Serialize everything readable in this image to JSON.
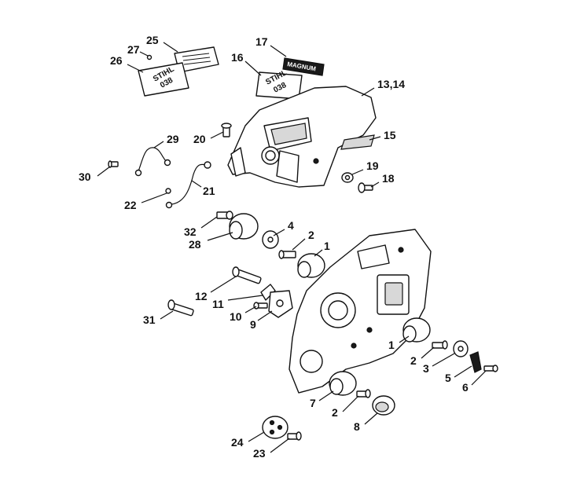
{
  "callouts": [
    {
      "id": "c25",
      "text": "25"
    },
    {
      "id": "c27",
      "text": "27"
    },
    {
      "id": "c26",
      "text": "26"
    },
    {
      "id": "c17",
      "text": "17"
    },
    {
      "id": "c16",
      "text": "16"
    },
    {
      "id": "c1314",
      "text": "13,14"
    },
    {
      "id": "c15",
      "text": "15"
    },
    {
      "id": "c29",
      "text": "29"
    },
    {
      "id": "c20",
      "text": "20"
    },
    {
      "id": "c30",
      "text": "30"
    },
    {
      "id": "c19",
      "text": "19"
    },
    {
      "id": "c18",
      "text": "18"
    },
    {
      "id": "c21",
      "text": "21"
    },
    {
      "id": "c22",
      "text": "22"
    },
    {
      "id": "c32",
      "text": "32"
    },
    {
      "id": "c4",
      "text": "4"
    },
    {
      "id": "c2a",
      "text": "2"
    },
    {
      "id": "c28",
      "text": "28"
    },
    {
      "id": "c1a",
      "text": "1"
    },
    {
      "id": "c12",
      "text": "12"
    },
    {
      "id": "c11",
      "text": "11"
    },
    {
      "id": "c10",
      "text": "10"
    },
    {
      "id": "c9",
      "text": "9"
    },
    {
      "id": "c31",
      "text": "31"
    },
    {
      "id": "c1b",
      "text": "1"
    },
    {
      "id": "c2b",
      "text": "2"
    },
    {
      "id": "c3",
      "text": "3"
    },
    {
      "id": "c5",
      "text": "5"
    },
    {
      "id": "c6",
      "text": "6"
    },
    {
      "id": "c7",
      "text": "7"
    },
    {
      "id": "c2c",
      "text": "2"
    },
    {
      "id": "c8",
      "text": "8"
    },
    {
      "id": "c24",
      "text": "24"
    },
    {
      "id": "c23",
      "text": "23"
    }
  ],
  "decals": {
    "plate26_line1": "STIHL",
    "plate26_line2": "038",
    "plate16_line1": "STIHL",
    "plate16_line2": "038",
    "plate17": "MAGNUM"
  }
}
